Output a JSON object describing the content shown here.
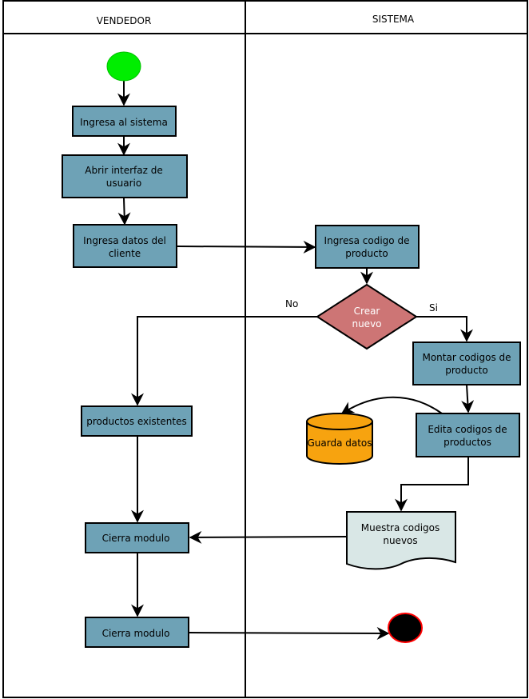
{
  "lanes": [
    {
      "title": "VENDEDOR"
    },
    {
      "title": "SISTEMA"
    }
  ],
  "nodes": {
    "ingresa_sistema": {
      "label": "Ingresa al sistema"
    },
    "abrir_interfaz": {
      "label_line1": "Abrir interfaz de",
      "label_line2": "usuario"
    },
    "ingresa_datos": {
      "label_line1": "Ingresa datos del",
      "label_line2": "cliente"
    },
    "ingresa_codigo": {
      "label_line1": "Ingresa codigo de",
      "label_line2": "producto"
    },
    "crear_nuevo": {
      "label_line1": "Crear",
      "label_line2": "nuevo"
    },
    "montar_codigos": {
      "label_line1": "Montar codigos de",
      "label_line2": "producto"
    },
    "productos_existentes": {
      "label": "productos existentes"
    },
    "guarda_datos": {
      "label": "Guarda datos"
    },
    "edita_codigos": {
      "label_line1": "Edita codigos de",
      "label_line2": "productos"
    },
    "muestra_codigos": {
      "label_line1": "Muestra codigos",
      "label_line2": "nuevos"
    },
    "cierra_modulo_1": {
      "label": "Cierra modulo"
    },
    "cierra_modulo_2": {
      "label": "Cierra modulo"
    }
  },
  "edges": {
    "no_label": "No",
    "si_label": "Si"
  },
  "colors": {
    "process": "#6ea2b6",
    "decision": "#cd7575",
    "datastore": "#f7a30f",
    "document": "#d9e7e6",
    "start": "#00ee00",
    "end_fill": "#000000",
    "end_stroke": "#ff0000"
  }
}
